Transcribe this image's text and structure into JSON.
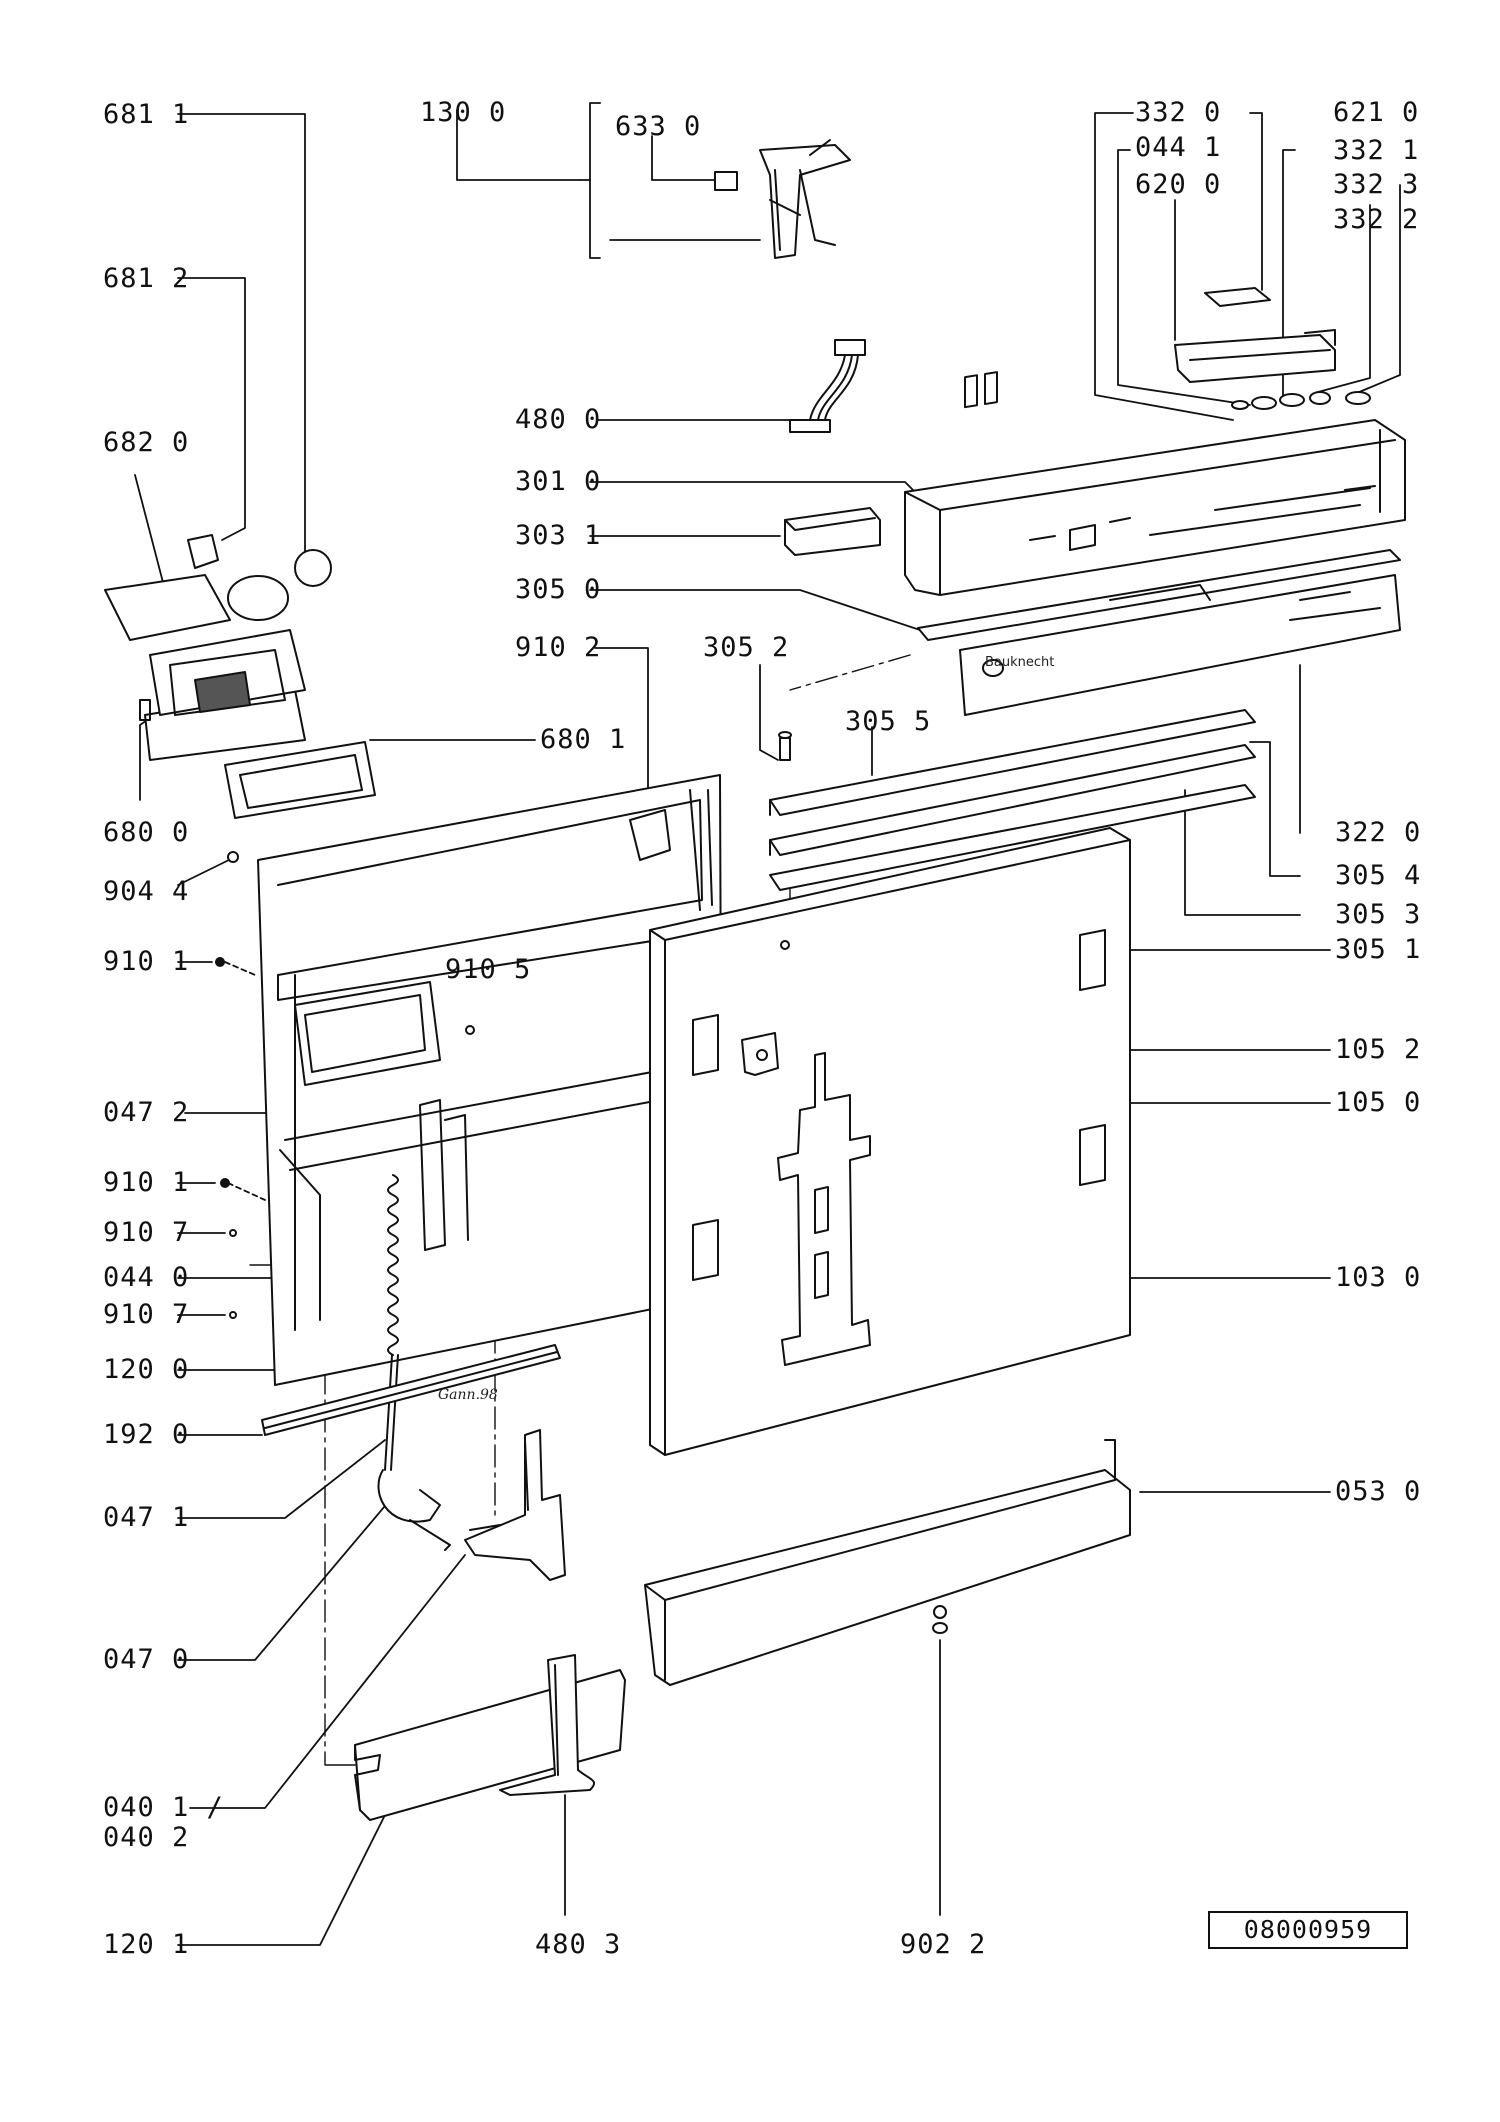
{
  "diagram": {
    "document_number": "08000959",
    "brand_mark": "Bauknecht",
    "inscription": "Gann.98",
    "labels": [
      {
        "id": "6811",
        "text": "681 1"
      },
      {
        "id": "1300",
        "text": "130 0"
      },
      {
        "id": "6330",
        "text": "633 0"
      },
      {
        "id": "3320",
        "text": "332 0"
      },
      {
        "id": "6210",
        "text": "621 0"
      },
      {
        "id": "0441",
        "text": "044 1"
      },
      {
        "id": "3321",
        "text": "332 1"
      },
      {
        "id": "6200",
        "text": "620 0"
      },
      {
        "id": "3323",
        "text": "332 3"
      },
      {
        "id": "3322",
        "text": "332 2"
      },
      {
        "id": "6812",
        "text": "681 2"
      },
      {
        "id": "4800",
        "text": "480 0"
      },
      {
        "id": "6820",
        "text": "682 0"
      },
      {
        "id": "3010",
        "text": "301 0"
      },
      {
        "id": "3031",
        "text": "303 1"
      },
      {
        "id": "3050",
        "text": "305 0"
      },
      {
        "id": "9102",
        "text": "910 2"
      },
      {
        "id": "3052",
        "text": "305 2"
      },
      {
        "id": "3055",
        "text": "305 5"
      },
      {
        "id": "6801",
        "text": "680 1"
      },
      {
        "id": "6800",
        "text": "680 0"
      },
      {
        "id": "3220",
        "text": "322 0"
      },
      {
        "id": "9044",
        "text": "904 4"
      },
      {
        "id": "3054",
        "text": "305 4"
      },
      {
        "id": "3053",
        "text": "305 3"
      },
      {
        "id": "9101a",
        "text": "910 1"
      },
      {
        "id": "9105",
        "text": "910 5"
      },
      {
        "id": "3051",
        "text": "305 1"
      },
      {
        "id": "1052",
        "text": "105 2"
      },
      {
        "id": "0472",
        "text": "047 2"
      },
      {
        "id": "1050",
        "text": "105 0"
      },
      {
        "id": "9101b",
        "text": "910 1"
      },
      {
        "id": "9107a",
        "text": "910 7"
      },
      {
        "id": "0440",
        "text": "044 0"
      },
      {
        "id": "1030",
        "text": "103 0"
      },
      {
        "id": "9107b",
        "text": "910 7"
      },
      {
        "id": "1200",
        "text": "120 0"
      },
      {
        "id": "1920",
        "text": "192 0"
      },
      {
        "id": "0530",
        "text": "053 0"
      },
      {
        "id": "0471",
        "text": "047 1"
      },
      {
        "id": "0470",
        "text": "047 0"
      },
      {
        "id": "0401",
        "text": "040 1 /"
      },
      {
        "id": "0402",
        "text": "040 2"
      },
      {
        "id": "1201",
        "text": "120 1"
      },
      {
        "id": "4803",
        "text": "480 3"
      },
      {
        "id": "9022",
        "text": "902 2"
      }
    ]
  }
}
